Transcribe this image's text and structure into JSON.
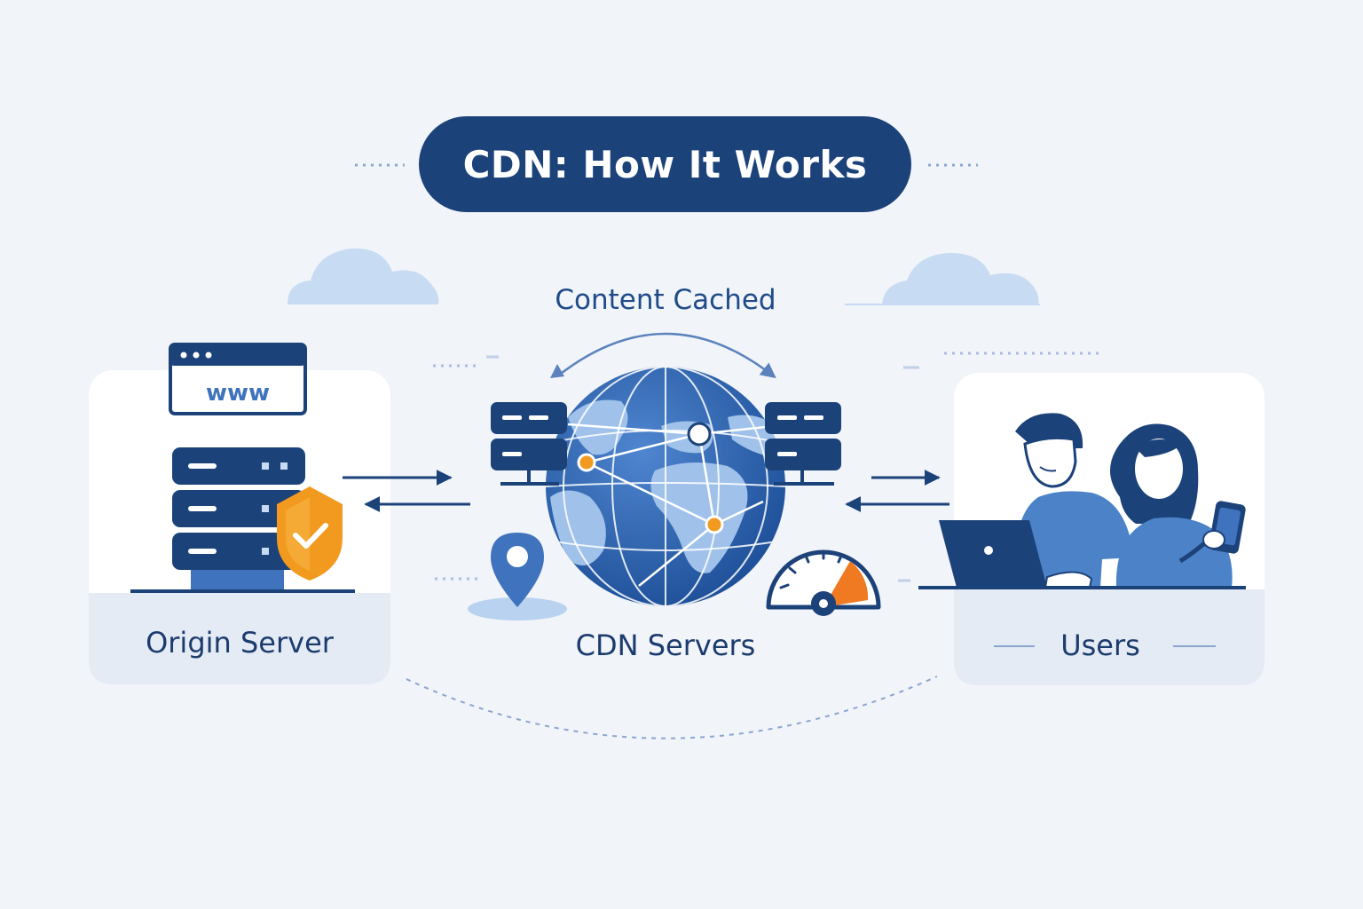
{
  "title": "CDN: How It Works",
  "origin": {
    "label": "Origin Server",
    "browser_text": "www"
  },
  "cdn": {
    "label": "CDN Servers",
    "cache_label": "Content Cached"
  },
  "users": {
    "label": "Users"
  },
  "icons": [
    "browser-window-icon",
    "server-rack-icon",
    "shield-check-icon",
    "globe-icon",
    "map-pin-icon",
    "speedometer-icon",
    "cloud-icon",
    "laptop-icon",
    "smartphone-icon"
  ],
  "colors": {
    "navy": "#1c427a",
    "blue": "#3f73bd",
    "light_blue": "#b8d2ef",
    "orange": "#f29a1f",
    "background": "#f1f4f9",
    "card": "#ffffff"
  }
}
